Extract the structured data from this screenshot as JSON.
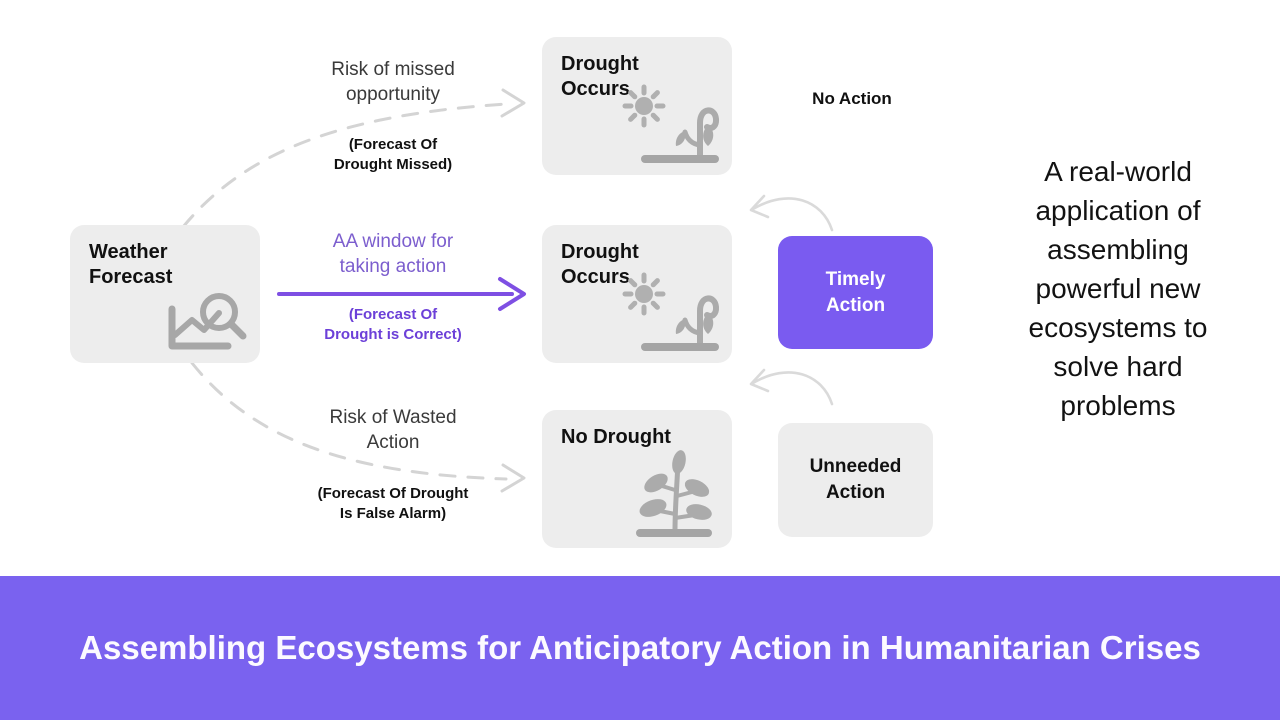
{
  "banner": {
    "title": "Assembling Ecosystems for Anticipatory Action in Humanitarian Crises"
  },
  "side_note": "A real-world\napplication of\nassembling\npowerful new\necosystems to\nsolve hard\nproblems",
  "nodes": {
    "weather_forecast": "Weather\nForecast",
    "drought_top": "Drought\nOccurs",
    "drought_middle": "Drought\nOccurs",
    "no_drought": "No Drought",
    "timely_action": "Timely\nAction",
    "unneeded_action": "Unneeded\nAction",
    "no_action": "No Action"
  },
  "edges": {
    "missed": {
      "label": "Risk of missed\nopportunity",
      "note": "(Forecast Of\nDrought Missed)"
    },
    "aa_window": {
      "label": "AA window for\ntaking action",
      "note": "(Forecast Of\nDrought is Correct)"
    },
    "wasted": {
      "label": "Risk of Wasted\nAction",
      "note": "(Forecast Of Drought\nIs False Alarm)"
    }
  },
  "icons": {
    "weather_forecast": "chart-magnifier-icon",
    "drought": "sun-wilted-plant-icon",
    "no_drought": "healthy-plant-icon"
  },
  "colors": {
    "accent_purple": "#7A5BF0",
    "banner_purple": "#7A62EF",
    "arrow_purple": "#7E4FE3",
    "label_purple": "#7C5ECE",
    "note_purple": "#6C40D8",
    "box_gray": "#EDEDED",
    "icon_gray": "#ABABAB",
    "dash_gray": "#D4D4D4"
  }
}
